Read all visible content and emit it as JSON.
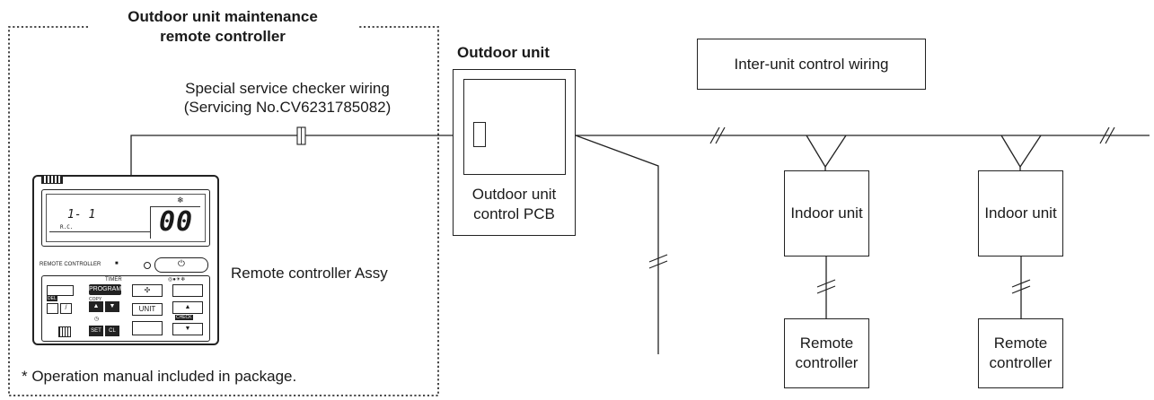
{
  "maintenance_group": {
    "title_line1": "Outdoor unit maintenance",
    "title_line2": "remote controller",
    "note": "* Operation manual included in package."
  },
  "checker_wiring": {
    "line1": "Special service checker wiring",
    "line2": "(Servicing No.CV6231785082)"
  },
  "outdoor_unit": {
    "heading": "Outdoor unit",
    "pcb_line1": "Outdoor unit",
    "pcb_line2": "control PCB"
  },
  "inter_unit": {
    "label": "Inter-unit control wiring"
  },
  "remote_assy": {
    "label": "Remote controller Assy"
  },
  "indoor_units": [
    {
      "label": "Indoor unit",
      "remote_line1": "Remote",
      "remote_line2": "controller"
    },
    {
      "label": "Indoor unit",
      "remote_line1": "Remote",
      "remote_line2": "controller"
    }
  ],
  "device": {
    "brand_label": "REMOTE CONTROLLER",
    "lcd_code": "1- 1",
    "lcd_rc": "R.C.",
    "lcd_big": "00",
    "timer": "TIMER",
    "program": "PROGRAM",
    "copy": "COPY",
    "unit": "UNIT",
    "set": "SET",
    "cl": "CL",
    "del": "DEL",
    "check": "CHECK",
    "fan": "FAN"
  }
}
